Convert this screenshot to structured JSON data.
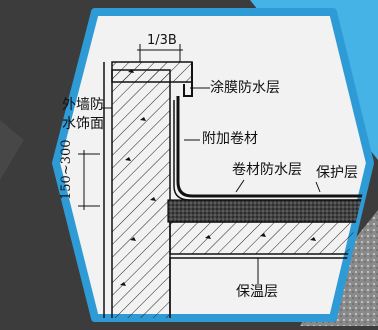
{
  "labels": {
    "dimension_top": "1/3B",
    "coating_waterproof": "涂膜防水层",
    "outer_wall_line1": "外墙防",
    "outer_wall_line2": "水饰面",
    "additional_membrane": "附加卷材",
    "membrane_waterproof": "卷材防水层",
    "protection": "保护层",
    "insulation": "保温层",
    "height_dimension": "150~300"
  },
  "colors": {
    "background": "#3c3c3c",
    "hexagon_fill": "#f2f2f2",
    "hexagon_stroke": "#2e9bd6",
    "accent_blue": "#2e9bd6",
    "ink": "#111111"
  }
}
